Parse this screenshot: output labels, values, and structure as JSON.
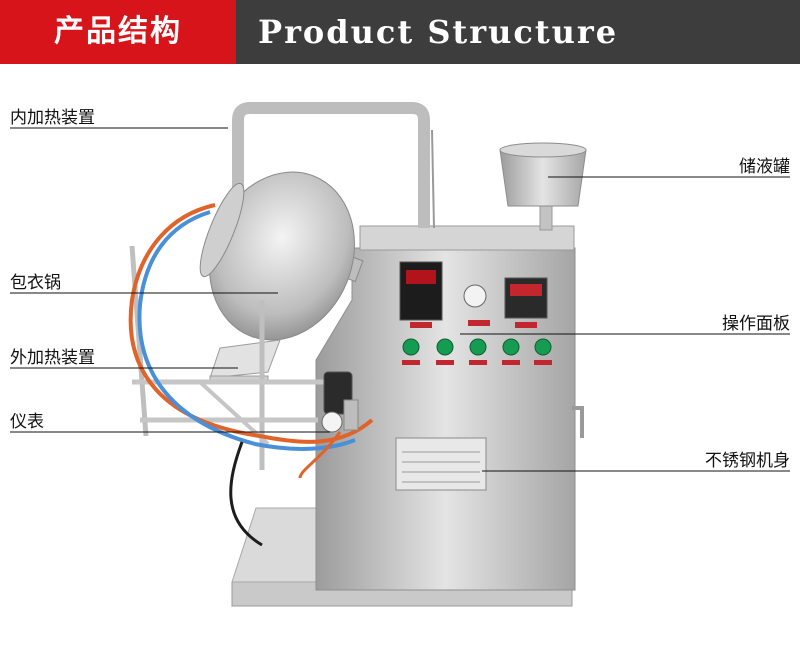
{
  "header": {
    "title_cn": "产品结构",
    "title_en": "Product Structure",
    "colors": {
      "red": "#d7141a",
      "dark": "#3d3d3d"
    }
  },
  "labels": {
    "inner_heating": "内加热装置",
    "coating_pan": "包衣锅",
    "outer_heating": "外加热装置",
    "instrument": "仪表",
    "liquid_tank": "储液罐",
    "control_panel": "操作面板",
    "stainless_body": "不锈钢机身"
  }
}
